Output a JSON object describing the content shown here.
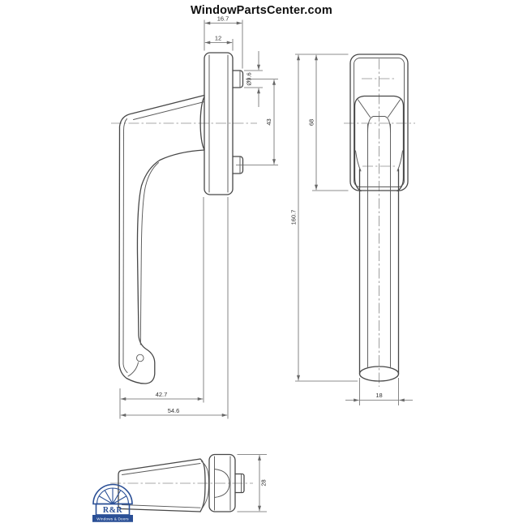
{
  "header": {
    "title": "WindowPartsCenter.com"
  },
  "drawing": {
    "dimensions": {
      "backplate_total_depth": "16.7",
      "backplate_depth": "12",
      "spindle_diameter": "Ø9.6",
      "screw_centres": "43",
      "rosette_height": "68",
      "total_length": "160.7",
      "handle_reach": "42.7",
      "total_depth": "54.6",
      "grip_width": "18",
      "backplate_width": "28"
    },
    "colors": {
      "object_line": "#474747",
      "dimension_line": "#686868",
      "center_line": "#8f8f8f",
      "dimension_text": "#333333"
    }
  },
  "logo": {
    "initials": "R&R",
    "tagline": "Windows & Doors",
    "brand_color": "#2a4f96"
  }
}
